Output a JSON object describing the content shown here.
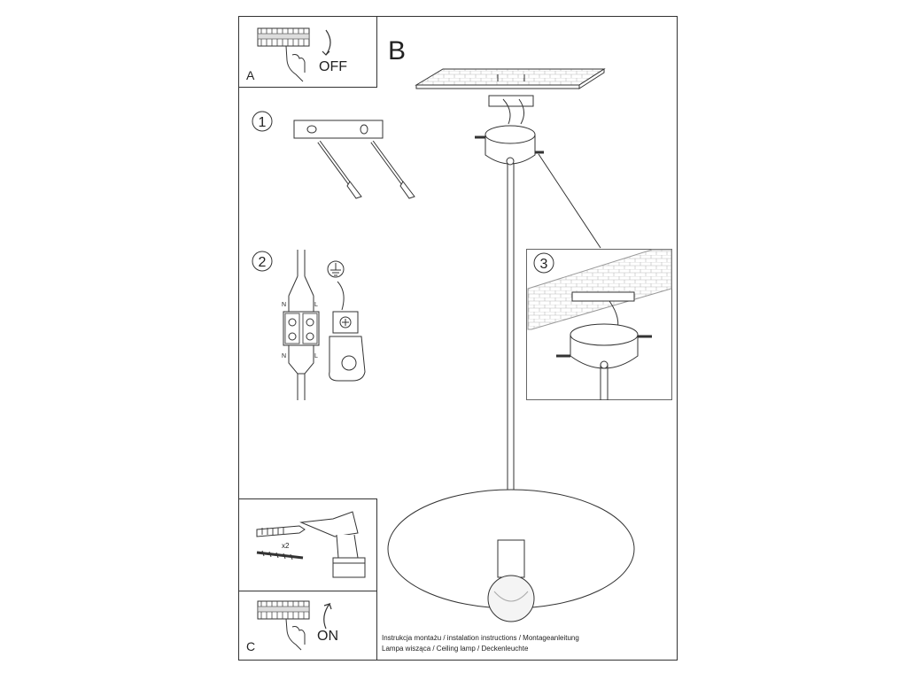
{
  "panels": {
    "a": {
      "letter": "A",
      "switch_label": "OFF"
    },
    "b": {
      "letter": "B"
    },
    "c": {
      "letter": "C",
      "switch_label": "ON"
    },
    "tools": {
      "quantity": "x2"
    }
  },
  "steps": [
    "1",
    "2",
    "3"
  ],
  "terminals": {
    "top": [
      "N",
      "L"
    ],
    "bottom": [
      "N",
      "L"
    ]
  },
  "footer": {
    "line1": "Instrukcja montażu / instalation instructions / Montageanleitung",
    "line2": "Lampa wisząca / Ceiling lamp  / Deckenleuchte"
  }
}
